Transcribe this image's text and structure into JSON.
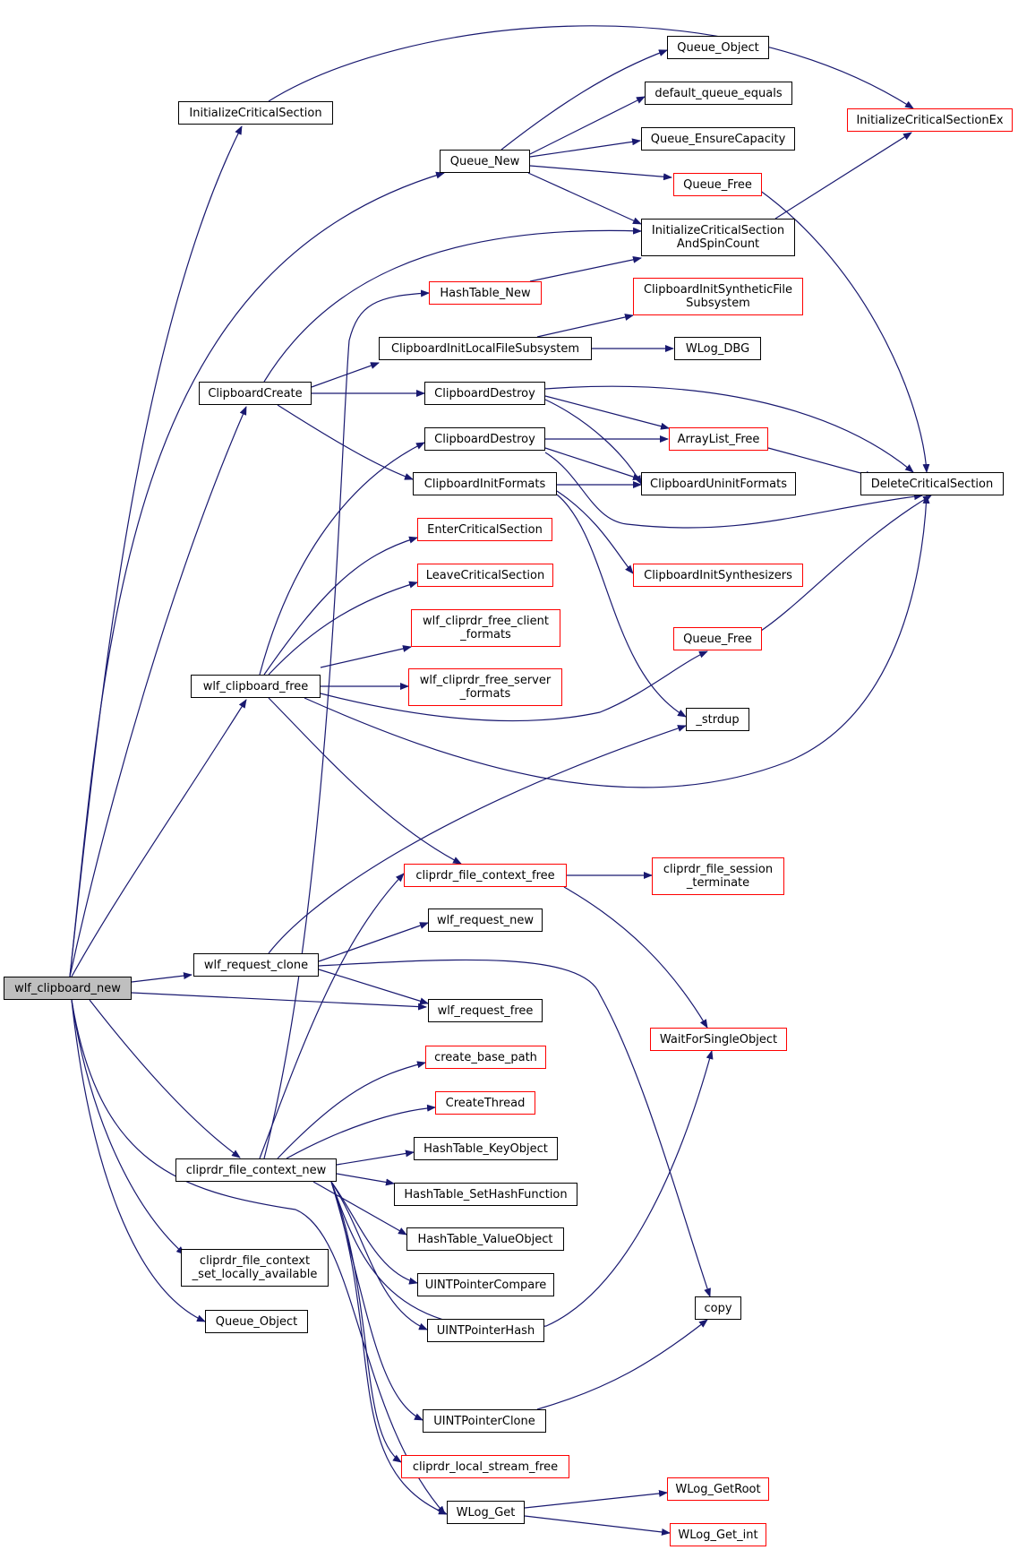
{
  "colors": {
    "edge": "#191970",
    "node_border_defined": "#000000",
    "node_border_external": "#ff0000",
    "root_fill": "#bfbfbf"
  },
  "nodes": {
    "wlf_clipboard_new": "wlf_clipboard_new",
    "InitializeCriticalSection": "InitializeCriticalSection",
    "Queue_New": "Queue_New",
    "ClipboardCreate": "ClipboardCreate",
    "wlf_clipboard_free": "wlf_clipboard_free",
    "wlf_request_clone": "wlf_request_clone",
    "cliprdr_file_context_new": "cliprdr_file_context_new",
    "cliprdr_file_context_set_locally_available": "cliprdr_file_context\n_set_locally_available",
    "Queue_Object_1": "Queue_Object",
    "Queue_Object_2": "Queue_Object",
    "default_queue_equals": "default_queue_equals",
    "Queue_EnsureCapacity": "Queue_EnsureCapacity",
    "Queue_Free_1": "Queue_Free",
    "InitializeCriticalSectionAndSpinCount": "InitializeCriticalSection\nAndSpinCount",
    "HashTable_New": "HashTable_New",
    "ClipboardInitSyntheticFileSubsystem": "ClipboardInitSyntheticFile\nSubsystem",
    "ClipboardInitLocalFileSubsystem": "ClipboardInitLocalFileSubsystem",
    "WLog_DBG": "WLog_DBG",
    "ClipboardDestroy_1": "ClipboardDestroy",
    "ClipboardDestroy_2": "ClipboardDestroy",
    "ArrayList_Free": "ArrayList_Free",
    "ClipboardInitFormats": "ClipboardInitFormats",
    "ClipboardUninitFormats": "ClipboardUninitFormats",
    "DeleteCriticalSection": "DeleteCriticalSection",
    "InitializeCriticalSectionEx": "InitializeCriticalSectionEx",
    "EnterCriticalSection": "EnterCriticalSection",
    "LeaveCriticalSection": "LeaveCriticalSection",
    "ClipboardInitSynthesizers": "ClipboardInitSynthesizers",
    "wlf_cliprdr_free_client_formats": "wlf_cliprdr_free_client\n_formats",
    "Queue_Free_2": "Queue_Free",
    "wlf_cliprdr_free_server_formats": "wlf_cliprdr_free_server\n_formats",
    "_strdup": "_strdup",
    "cliprdr_file_context_free": "cliprdr_file_context_free",
    "cliprdr_file_session_terminate": "cliprdr_file_session\n_terminate",
    "wlf_request_new": "wlf_request_new",
    "wlf_request_free": "wlf_request_free",
    "WaitForSingleObject": "WaitForSingleObject",
    "create_base_path": "create_base_path",
    "CreateThread": "CreateThread",
    "HashTable_KeyObject": "HashTable_KeyObject",
    "HashTable_SetHashFunction": "HashTable_SetHashFunction",
    "HashTable_ValueObject": "HashTable_ValueObject",
    "UINTPointerCompare": "UINTPointerCompare",
    "UINTPointerHash": "UINTPointerHash",
    "copy": "copy",
    "UINTPointerClone": "UINTPointerClone",
    "cliprdr_local_stream_free": "cliprdr_local_stream_free",
    "WLog_Get": "WLog_Get",
    "WLog_GetRoot": "WLog_GetRoot",
    "WLog_Get_int": "WLog_Get_int"
  }
}
